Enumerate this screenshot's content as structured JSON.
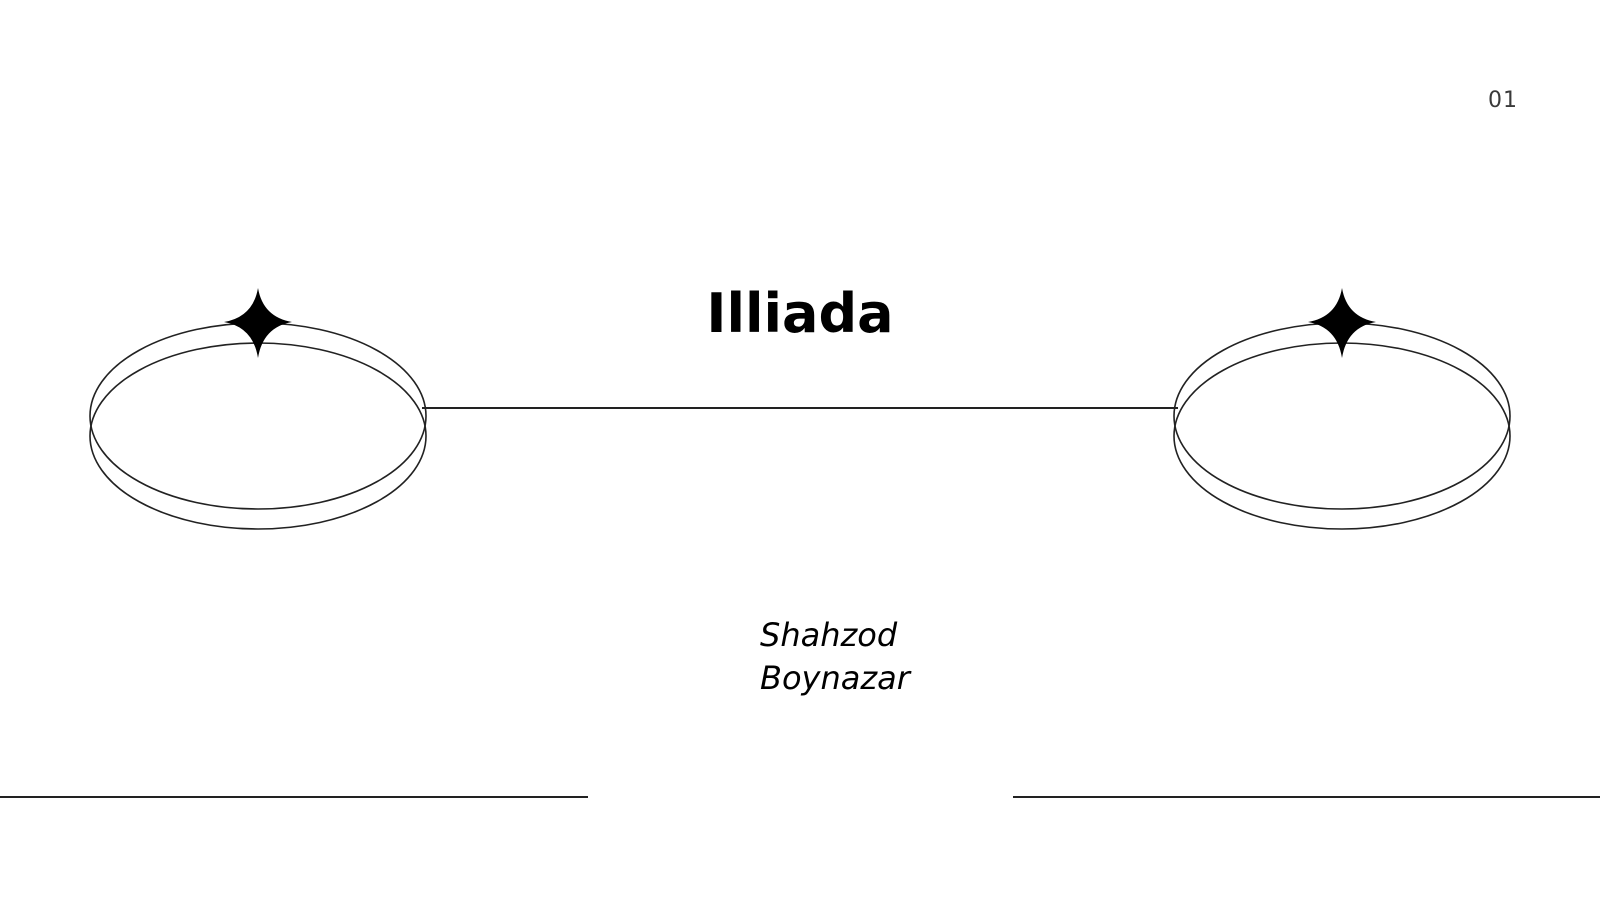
{
  "slide": {
    "page_number": "01",
    "title": "Illiada",
    "author_lines": [
      "Shahzod",
      "Boynazar"
    ]
  },
  "icons": {
    "left_ring": "ring-icon",
    "right_ring": "ring-icon",
    "left_star": "four-point-star-icon",
    "right_star": "four-point-star-icon"
  },
  "colors": {
    "background": "#ffffff",
    "ink": "#000000",
    "line": "#222222"
  }
}
